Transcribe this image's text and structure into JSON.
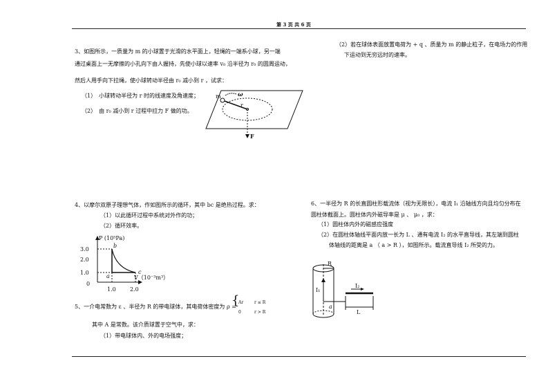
{
  "header": {
    "page": "第 3 页 共 6 页"
  },
  "q3": {
    "line1": "3、如图所示，一质量为 m 的小球置于光滑的水平面上，轻绳的一端系小球，另一端",
    "line2": "通过桌面上一无摩擦的小孔向下由人握持，先使小球以速率 v₀ 沿半径为 r₀ 的圆周运动，",
    "line3": "然后人用手向下拉绳，使小球转动半径由 r₀ 减小到 r ，试求：",
    "sub1": "（1）　小球转动半径为 r 时的线速度及角速度；",
    "sub2": "（2）　由 r₀ 减小到 r 过程中拉力 F 做的功。",
    "fig": {
      "m": "m",
      "omega": "ω",
      "r": "r",
      "F": "F"
    }
  },
  "q5b": {
    "line1": "（2）若在球体表面放置电荷为 + q 、质量为 m 的静止粒子，在电场力的作用",
    "line2": "下运动到无穷远时的速率。"
  },
  "q4": {
    "line1": "4、以摩尔双原子理想气体，作如图所示的循环，其中 bc 是绝热过程。求：",
    "sub1": "（1）以此循环过程中系统对外作的功；",
    "sub2": "（2）循环效率。",
    "graph": {
      "ylabel": "P (10⁵Pa)",
      "xlabel": "V（10⁻³m³）",
      "yticks": [
        "3.0",
        "2.0",
        "1.0",
        "0"
      ],
      "xticks": [
        "1.0",
        "2.0"
      ],
      "points": {
        "a": "a",
        "b": "b",
        "c": "c"
      }
    }
  },
  "q5": {
    "line1": "5、一介电常数为 ε 、半径为 R 的带电球体，其电荷体密度为 ρ =",
    "case1_expr": "Ar",
    "case1_cond": "r ≤ R",
    "case2_expr": "0",
    "case2_cond": "r > R",
    "line2": "其中 A 是常数。该介质球置于空气中，求：",
    "sub1": "（1）带电球体内、外的电场强度；"
  },
  "q6": {
    "line1": "6、一半径为 R 的长直圆柱形载流体（视为无限长），电流 I₁ 沿轴线方向且均匀分布在",
    "line2": "圆柱体截面上。圆柱体内外磁导率是 μ 、 μ₀ ，求：",
    "sub1": "（1）圆柱体内外的磁感应强度",
    "sub2a": "（2）在圆柱体轴线平面内放一长为 L 、通有电流 I₂ 的水平直导线，其左端到圆柱",
    "sub2b": "体轴线的距离是 a （ a > R ），如图所示。载流直导线 I₂ 所受的力。",
    "fig": {
      "R": "R",
      "I1": "I₁",
      "I2": "I₂",
      "a": "a",
      "L": "L"
    }
  }
}
